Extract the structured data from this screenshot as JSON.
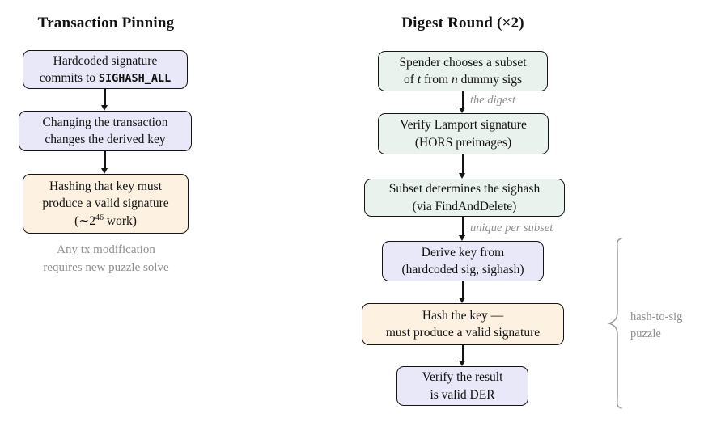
{
  "diagram": {
    "left": {
      "title": "Transaction Pinning",
      "box1": {
        "line1": "Hardcoded signature",
        "line2_text": "commits to ",
        "line2_code": "SIGHASH_ALL"
      },
      "box2": {
        "line1": "Changing the transaction",
        "line2": "changes the derived key"
      },
      "box3": {
        "line1": "Hashing that key must",
        "line2": "produce a valid signature",
        "line3_pre": "(∼2",
        "line3_sup": "46",
        "line3_post": " work)"
      },
      "note_line1": "Any tx modification",
      "note_line2": "requires new puzzle solve"
    },
    "right": {
      "title": "Digest Round (×2)",
      "box1": {
        "line1": "Spender chooses a subset",
        "line2_p1": "of ",
        "line2_var1": "t",
        "line2_p2": " from ",
        "line2_var2": "n",
        "line2_p3": " dummy sigs"
      },
      "arrow1_label": "the digest",
      "box2": {
        "line1": "Verify Lamport signature",
        "line2": "(HORS preimages)"
      },
      "box3": {
        "line1": "Subset determines the sighash",
        "line2": "(via FindAndDelete)"
      },
      "arrow3_label": "unique per subset",
      "box4": {
        "line1": "Derive key from",
        "line2": "(hardcoded sig, sighash)"
      },
      "box5": {
        "line1": "Hash the key —",
        "line2": "must produce a valid signature"
      },
      "box6": {
        "line1": "Verify the result",
        "line2": "is valid DER"
      },
      "brace_label_line1": "hash-to-sig",
      "brace_label_line2": "puzzle"
    },
    "colors": {
      "lavender_fill": "#e8e8f8",
      "mint_fill": "#e9f2ed",
      "peach_fill": "#fdf1e2",
      "box_border": "#141414",
      "gray_text": "#8f8f8f",
      "arrow_color": "#141414"
    }
  }
}
